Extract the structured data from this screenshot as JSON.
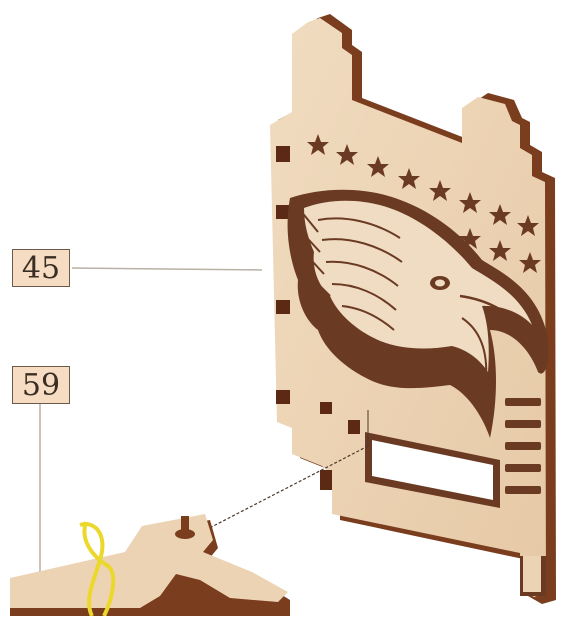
{
  "callouts": {
    "part_a": "45",
    "part_b": "59"
  },
  "colors": {
    "wood_face": "#ecd3b3",
    "wood_edge": "#7a3d1e",
    "engraving": "#6b3a22",
    "callout_fill": "#f6dcc2",
    "leader_line": "#b9b0a6",
    "rubber_band": "#ecd82a"
  },
  "icons": {
    "panel": "eagle-flag-panel-drawing",
    "base": "base-foot-drawing"
  }
}
